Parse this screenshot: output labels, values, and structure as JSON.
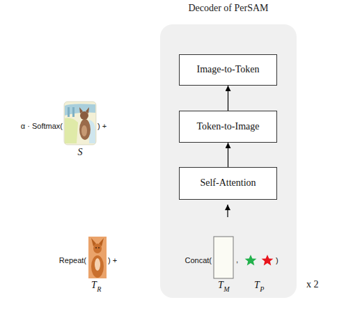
{
  "diagram": {
    "nodes": [
      {
        "text": [
          "Decoder of PerSAM"
        ]
      },
      {
        "text": [
          "Image-to-Token"
        ],
        "in": 0
      },
      {
        "text": [
          "Token-to-Image"
        ],
        "in": 0
      },
      {
        "text": [
          "Self-Attention"
        ],
        "in": 0
      }
    ],
    "edges": [
      {
        "from": 3,
        "to": 2,
        "arrow": "to"
      },
      {
        "from": 2,
        "to": 1,
        "arrow": "to"
      }
    ],
    "labels": [
      "α · Softmax(",
      ") +",
      "S",
      "Repeat(",
      ") +",
      "Concat(",
      ",",
      ")",
      "T",
      "M",
      "T",
      "P",
      "T",
      "R",
      "x 2"
    ]
  }
}
